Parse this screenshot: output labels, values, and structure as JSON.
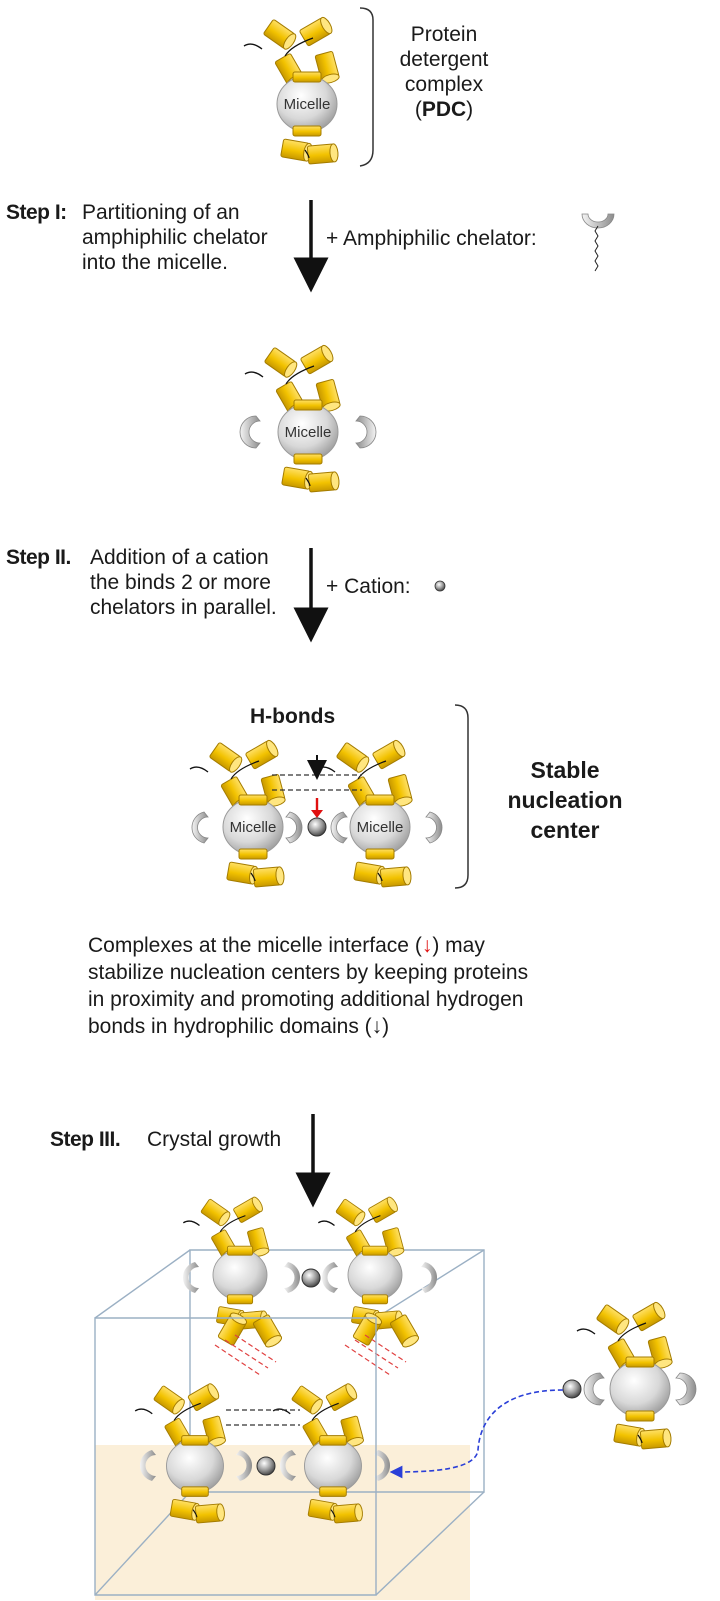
{
  "pdc": {
    "line1": "Protein",
    "line2": "detergent",
    "line3": "complex",
    "open": "(",
    "abbr": "PDC",
    "close": ")"
  },
  "micelle_label": "Micelle",
  "step1": {
    "label": "Step I:",
    "desc1": "Partitioning of an",
    "desc2": "amphiphilic chelator",
    "desc3": "into the micelle.",
    "reagent": "+ Amphiphilic chelator:"
  },
  "step2": {
    "label": "Step II.",
    "desc1": "Addition of a cation",
    "desc2": "the binds 2 or more",
    "desc3": "chelators in parallel.",
    "reagent": "+ Cation:"
  },
  "nucleation": {
    "hbonds": "H-bonds",
    "line1": "Stable",
    "line2": "nucleation",
    "line3": "center"
  },
  "para": {
    "p1": "Complexes at the micelle interface (",
    "p1b": ") may",
    "p2": "stabilize nucleation centers by keeping proteins",
    "p3": "in proximity and promoting additional hydrogen",
    "p4": "bonds in hydrophilic domains (",
    "p4b": ")"
  },
  "step3": {
    "label": "Step III.",
    "desc": "Crystal growth"
  },
  "colors": {
    "helix": "#f5c400",
    "helix_dark": "#b38a00",
    "micelle": "#d9d9d9",
    "floor": "#fbefd9",
    "box": "#9bb0c4",
    "dashed_red": "#e04040",
    "dashed_blue": "#2a3fd8"
  }
}
